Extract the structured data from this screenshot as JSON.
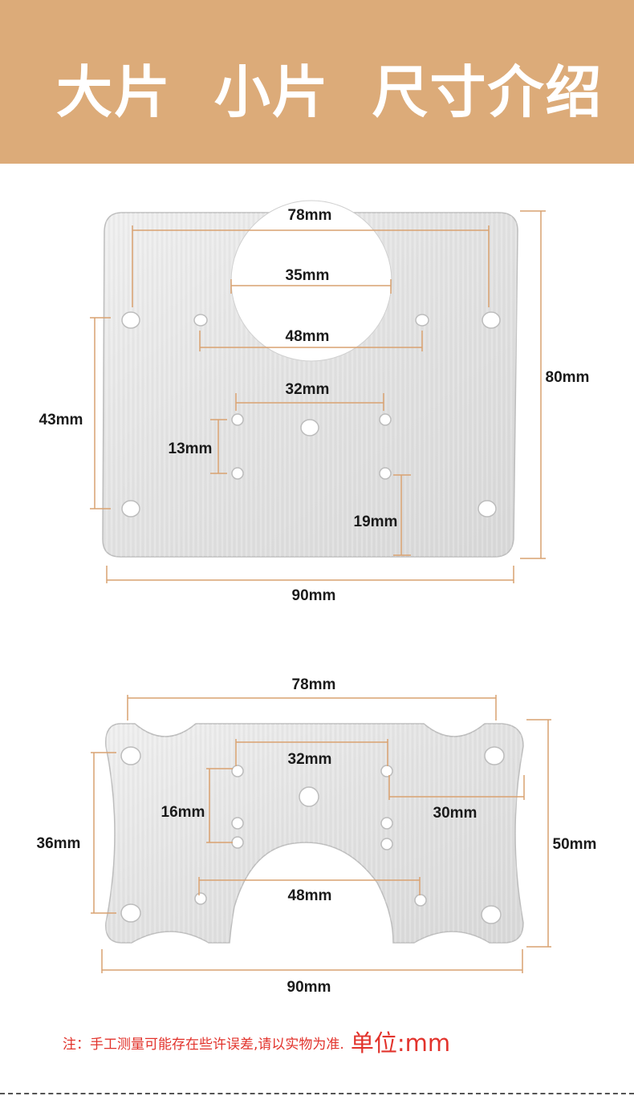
{
  "header": {
    "title": "大片  小片  尺寸介绍",
    "background_color": "#dcab79"
  },
  "large_plate": {
    "dims": {
      "top_holes": "78mm",
      "circle": "35mm",
      "mid_holes": "48mm",
      "inner_top": "32mm",
      "inner_vertical": "13mm",
      "left_holes": "43mm",
      "bottom_hole": "19mm",
      "height": "80mm",
      "width": "90mm"
    }
  },
  "small_plate": {
    "dims": {
      "top_holes": "78mm",
      "inner_top": "32mm",
      "inner_vertical": "16mm",
      "right_offset": "30mm",
      "bottom_holes": "48mm",
      "left_holes": "36mm",
      "height": "50mm",
      "width": "90mm"
    }
  },
  "note": {
    "text": "注：手工测量可能存在些许误差,请以实物为准.",
    "unit": "单位:mm"
  },
  "colors": {
    "dimension_line": "#d9a271",
    "note_text": "#e2332c",
    "plate_metal": "#e4e4e4"
  }
}
